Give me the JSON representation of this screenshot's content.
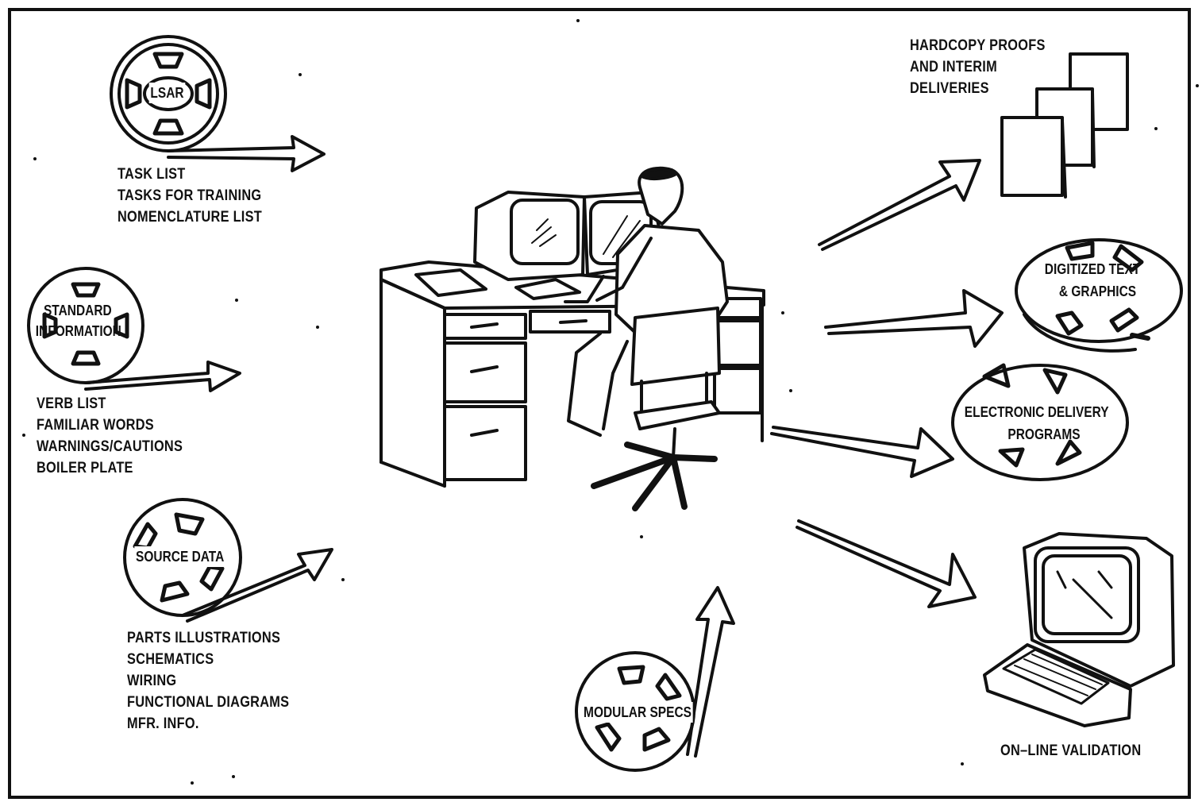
{
  "inputs": {
    "lsar": {
      "reel_label": "LSAR",
      "items": [
        "TASK LIST",
        "TASKS FOR TRAINING",
        "NOMENCLATURE LIST"
      ]
    },
    "standard_information": {
      "reel_label_line1": "STANDARD",
      "reel_label_line2": "INFORMATION",
      "items": [
        "VERB LIST",
        "FAMILIAR WORDS",
        "WARNINGS/CAUTIONS",
        "BOILER PLATE"
      ]
    },
    "source_data": {
      "reel_label": "SOURCE DATA",
      "items": [
        "PARTS ILLUSTRATIONS",
        "SCHEMATICS",
        "WIRING",
        "FUNCTIONAL DIAGRAMS",
        "MFR. INFO."
      ]
    },
    "modular_specs": {
      "reel_label": "MODULAR SPECS"
    }
  },
  "outputs": {
    "hardcopy": {
      "lines": [
        "HARDCOPY PROOFS",
        "AND INTERIM",
        "DELIVERIES"
      ]
    },
    "digitized": {
      "line1": "DIGITIZED TEXT",
      "line2": "& GRAPHICS"
    },
    "electronic": {
      "line1": "ELECTRONIC DELIVERY",
      "line2": "PROGRAMS"
    },
    "online_validation": {
      "label": "ON–LINE VALIDATION"
    }
  },
  "colors": {
    "ink": "#111111",
    "paper": "#ffffff"
  }
}
